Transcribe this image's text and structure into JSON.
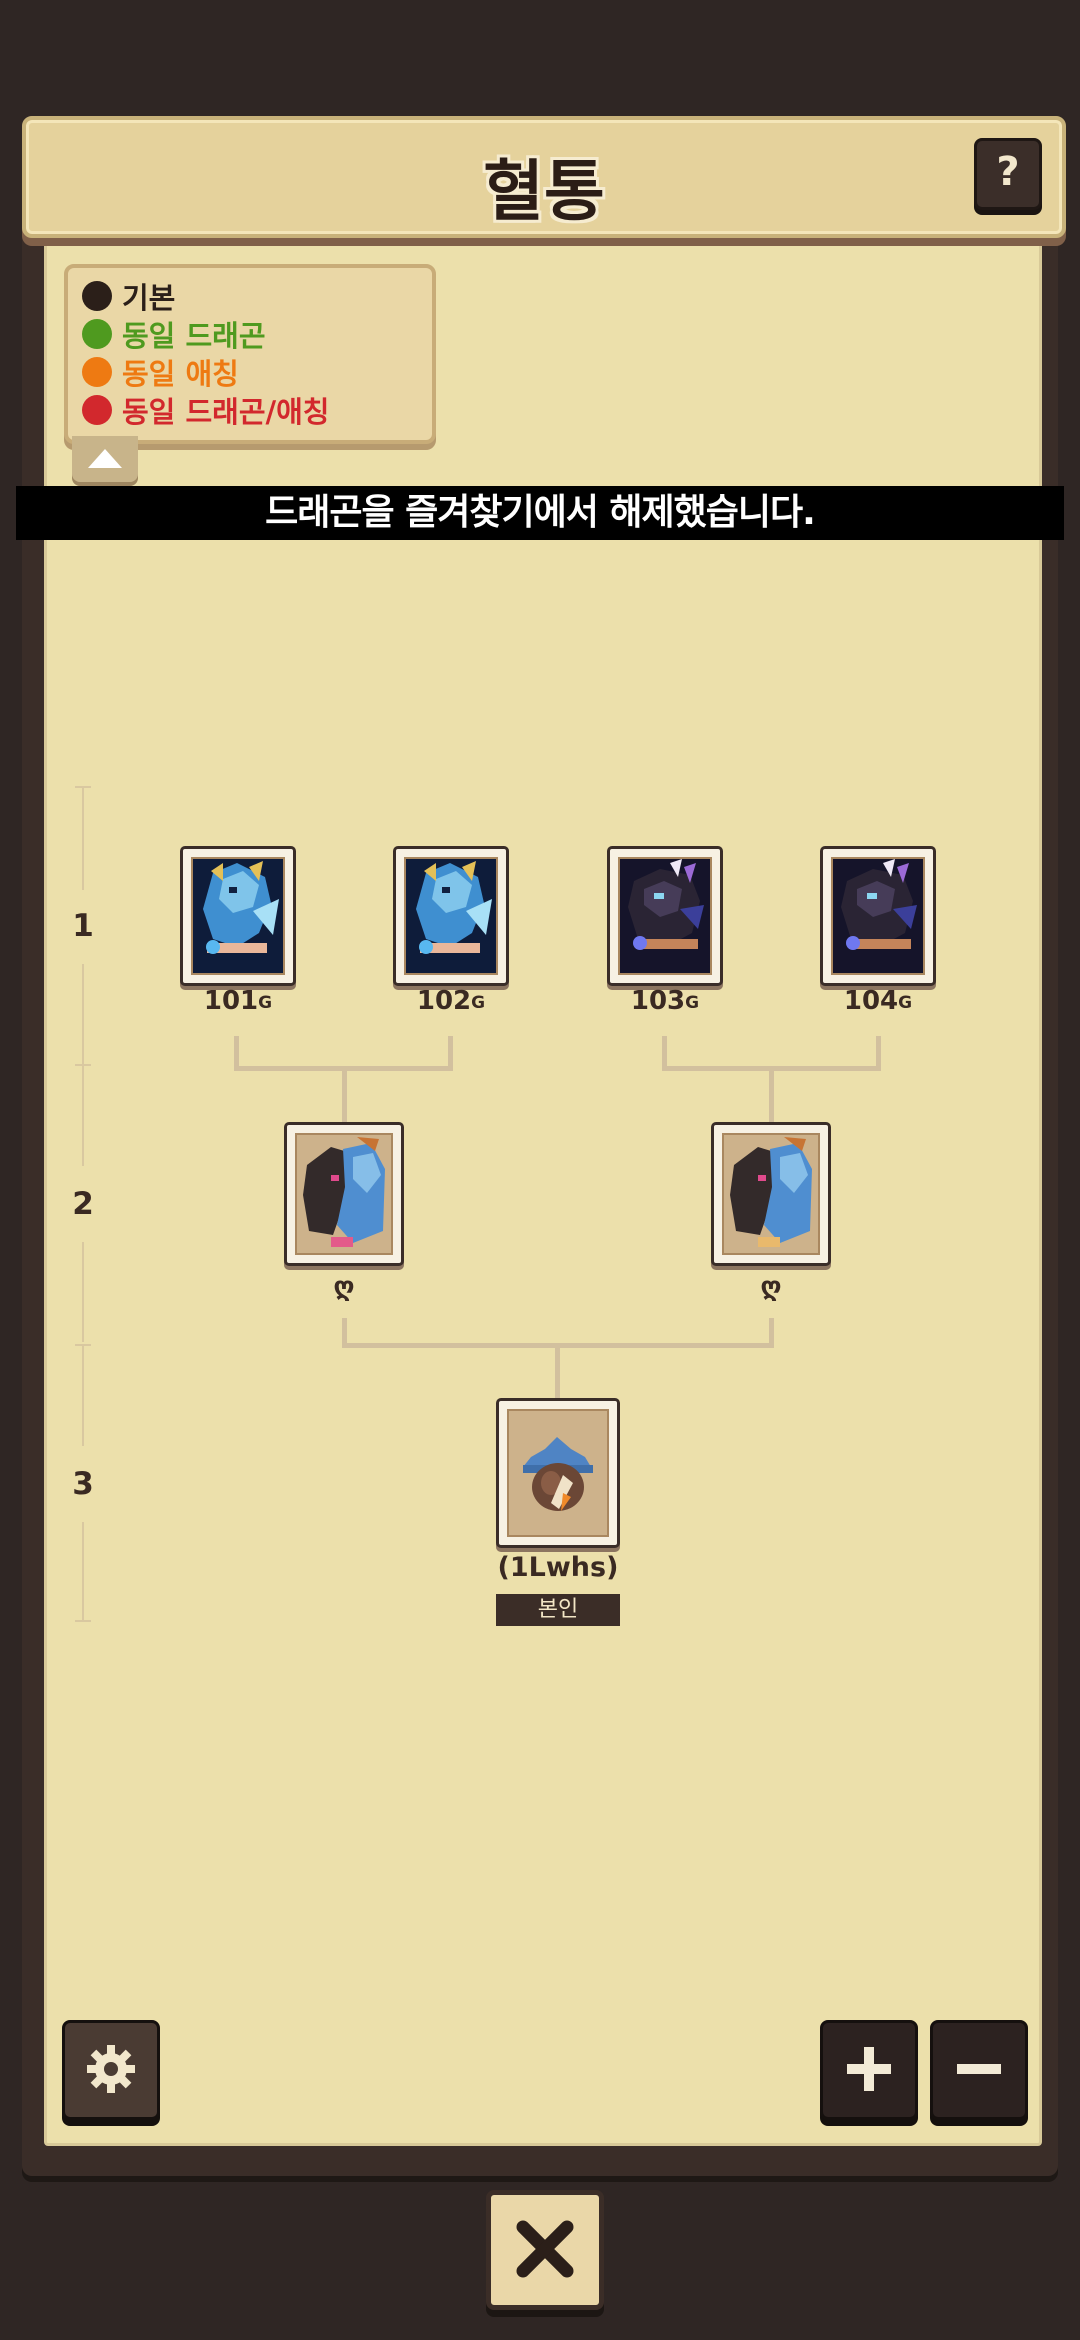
{
  "header": {
    "title": "혈통",
    "help_label": "?"
  },
  "legend": {
    "items": [
      {
        "label": "기본",
        "color": "#2b1f19"
      },
      {
        "label": "동일 드래곤",
        "color": "#4f9a1f"
      },
      {
        "label": "동일 애칭",
        "color": "#ee7a12"
      },
      {
        "label": "동일 드래곤/애칭",
        "color": "#d2282d"
      }
    ]
  },
  "toast": {
    "message": "드래곤을 즐겨찾기에서 해제했습니다."
  },
  "generations": [
    "1",
    "2",
    "3"
  ],
  "tree": {
    "gen1": [
      {
        "value": "101",
        "unit": "G",
        "icon": "blue-gold-dragon-icon"
      },
      {
        "value": "102",
        "unit": "G",
        "icon": "blue-gold-dragon-icon"
      },
      {
        "value": "103",
        "unit": "G",
        "icon": "dark-purple-dragon-icon"
      },
      {
        "value": "104",
        "unit": "G",
        "icon": "dark-purple-dragon-icon"
      }
    ],
    "gen2": [
      {
        "label": "ღ",
        "icon": "blue-dark-dragon-icon"
      },
      {
        "label": "ღ",
        "icon": "blue-dark-dragon-icon"
      }
    ],
    "gen3": {
      "name": "(1Lwhs)",
      "badge": "본인",
      "icon": "wizard-egg-icon"
    }
  },
  "controls": {
    "settings_icon": "gear-icon",
    "zoom_in_icon": "plus-icon",
    "zoom_out_icon": "minus-icon",
    "close_icon": "close-icon"
  },
  "colors": {
    "paper": "#ece0ab",
    "frame": "#3a2d28",
    "background": "#2f2624"
  }
}
